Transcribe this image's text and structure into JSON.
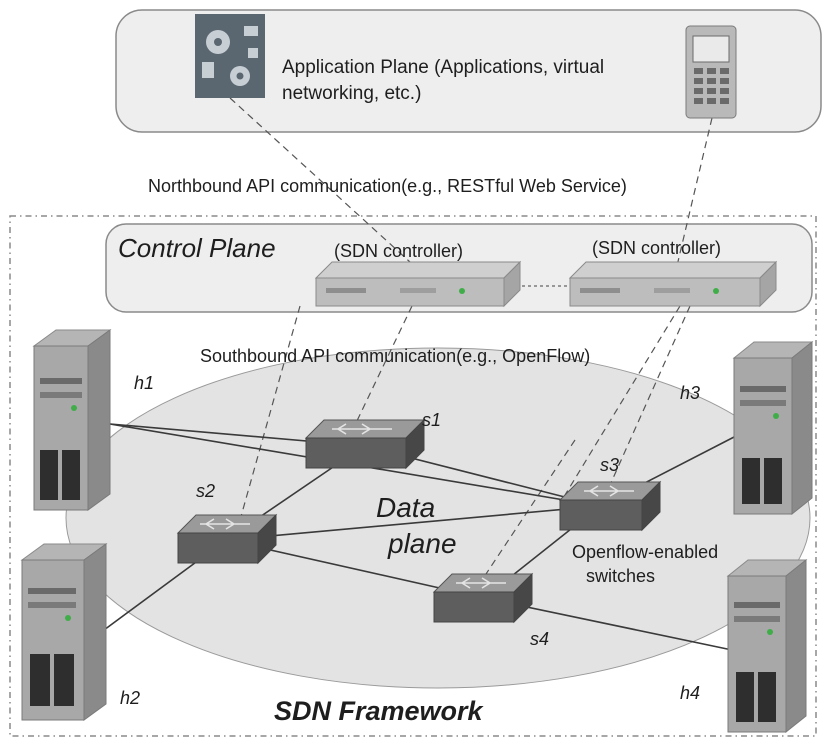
{
  "application_plane": {
    "label_line1": "Application Plane (Applications, virtual",
    "label_line2": "networking, etc.)"
  },
  "northbound_label": "Northbound API communication(e.g., RESTful Web Service)",
  "control_plane": {
    "title": "Control Plane",
    "controllers": [
      {
        "label": "(SDN controller)"
      },
      {
        "label": "(SDN controller)"
      }
    ]
  },
  "southbound_label": "Southbound API communication(e.g., OpenFlow)",
  "data_plane": {
    "label_line1": "Data",
    "label_line2": "plane",
    "switch_note_line1": "Openflow-enabled",
    "switch_note_line2": "switches"
  },
  "switches": [
    {
      "id": "s1",
      "label": "s1"
    },
    {
      "id": "s2",
      "label": "s2"
    },
    {
      "id": "s3",
      "label": "s3"
    },
    {
      "id": "s4",
      "label": "s4"
    }
  ],
  "hosts": [
    {
      "id": "h1",
      "label": "h1"
    },
    {
      "id": "h2",
      "label": "h2"
    },
    {
      "id": "h3",
      "label": "h3"
    },
    {
      "id": "h4",
      "label": "h4"
    }
  ],
  "links": [
    [
      "h1",
      "s1"
    ],
    [
      "h1",
      "s3"
    ],
    [
      "h2",
      "s2"
    ],
    [
      "s1",
      "s2"
    ],
    [
      "s1",
      "s3"
    ],
    [
      "s2",
      "s3"
    ],
    [
      "s2",
      "s4"
    ],
    [
      "s4",
      "s3"
    ],
    [
      "s3",
      "h3"
    ],
    [
      "s4",
      "h4"
    ]
  ],
  "framework_title": "SDN Framework",
  "colors": {
    "ellipse_fill": "#e3e3e3",
    "panel_fill": "#eeeeee",
    "device_gray": "#8c8c8c",
    "line_dark": "#3a3a3a"
  }
}
